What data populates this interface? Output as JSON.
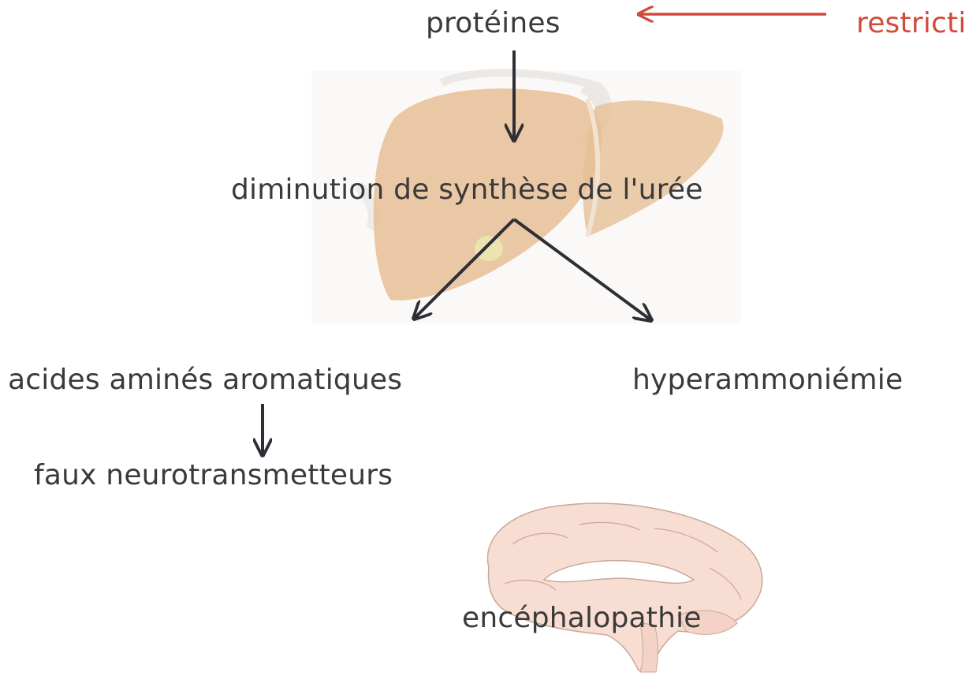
{
  "nodes": {
    "proteines": "protéines",
    "restriction": "restricti",
    "diminution": "diminution de synthèse de l'urée",
    "acides": "acides aminés aromatiques",
    "hyperammoniemie": "hyperammoniémie",
    "faux": "faux neurotransmetteurs",
    "encephalopathie": "encéphalopathie"
  },
  "colors": {
    "text": "#3a3a3a",
    "accent": "#d24a3a",
    "arrow": "#2e2f36",
    "liver": "#e8c39a",
    "brain": "#f6d9cf"
  },
  "illustrations": [
    "liver-illustration",
    "brain-illustration"
  ]
}
